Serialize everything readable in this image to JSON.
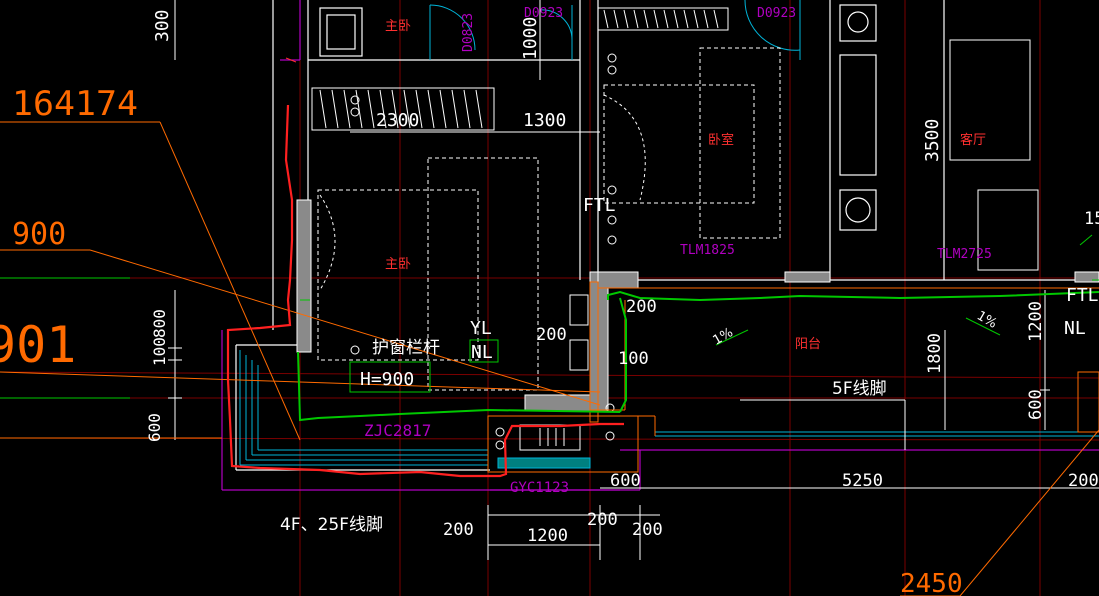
{
  "colors": {
    "background": "#000000",
    "wall": "#ffffff",
    "gray_fill": "#808080",
    "dimension": "#ffffff",
    "leader": "#ff6a00",
    "magenta": "#b000c0",
    "cyan": "#00c8c8",
    "green": "#00c800",
    "red": "#ff2020",
    "grid_red": "#800000",
    "room_label": "#ff3030",
    "gridline": "#cccccc"
  },
  "dimensions": {
    "d300": "300",
    "d1000": "1000",
    "d2300": "2300",
    "d1300": "1300",
    "d3500": "3500",
    "d100": "100",
    "d800": "800",
    "d600_left": "600",
    "d200_mid": "200",
    "d200_right": "200",
    "d100_b": "100",
    "d1800": "1800",
    "d1200_right": "1200",
    "d600_right": "600",
    "d600_bottom": "600",
    "d5250": "5250",
    "d200_far": "200",
    "d200_b1": "200",
    "d1200_b": "1200",
    "d200_b2": "200",
    "d200_b3": "200",
    "d2450": "2450",
    "d15": "15"
  },
  "labels": {
    "big_164174": "164174",
    "big_900": "900",
    "big_901": "901",
    "rail": "护窗栏杆",
    "rail_height": "H=900",
    "yl": "YL",
    "nl": "NL",
    "ftl_mid": "FTL",
    "ftl_right": "FTL",
    "nl_right": "NL",
    "skirting_5f": "5F线脚",
    "skirting_4f": "4F、25F线脚",
    "slope_1": "1%",
    "slope_2": "1%"
  },
  "rooms": {
    "master_top": "主卧",
    "master": "主卧",
    "bedroom": "卧室",
    "living": "客厅",
    "balcony": "阳台"
  },
  "openings": {
    "d0923_a": "D0923",
    "d0823": "D0823",
    "d0923_b": "D0923",
    "tlm1825": "TLM1825",
    "tlm2725": "TLM2725",
    "zjc2817": "ZJC2817",
    "gyc1123": "GYC1123"
  }
}
